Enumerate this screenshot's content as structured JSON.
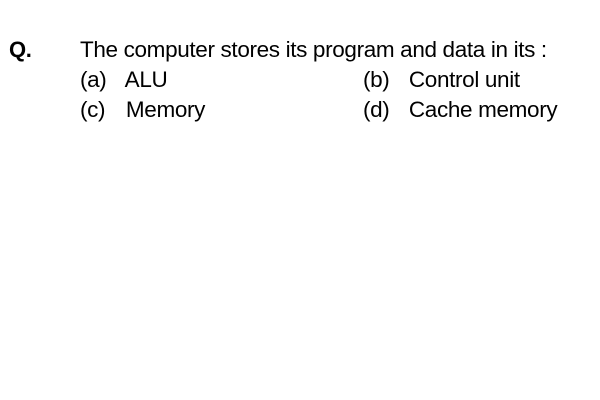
{
  "question": {
    "marker": "Q.",
    "text": "The computer stores its program and data in its :",
    "options": [
      {
        "letter": "(a)",
        "text": "ALU"
      },
      {
        "letter": "(b)",
        "text": "Control unit"
      },
      {
        "letter": "(c)",
        "text": "Memory"
      },
      {
        "letter": "(d)",
        "text": "Cache memory"
      }
    ]
  }
}
